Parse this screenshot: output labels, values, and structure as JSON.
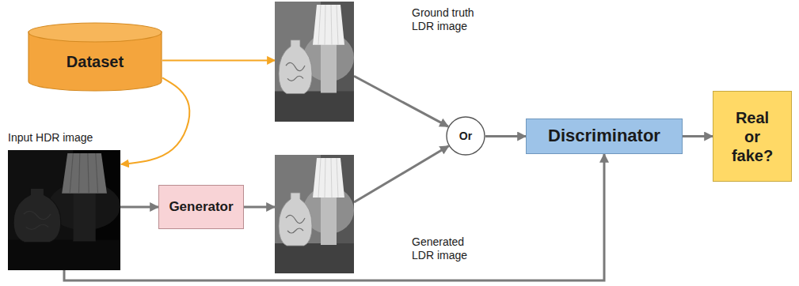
{
  "diagram": {
    "nodes": [
      {
        "text": [
          "Dataset"
        ]
      },
      {
        "text": [
          "Ground truth LDR image"
        ]
      },
      {
        "text": [
          "Input HDR image"
        ]
      },
      {
        "text": [
          "Generator"
        ]
      },
      {
        "text": [
          "Generated LDR image"
        ]
      },
      {
        "text": [
          "Or"
        ]
      },
      {
        "text": [
          "Discriminator"
        ]
      },
      {
        "text": [
          "Real or fake?"
        ]
      }
    ],
    "edges": [
      {
        "from": 0,
        "to": 1,
        "arrow": "to"
      },
      {
        "from": 0,
        "to": 2,
        "arrow": "to"
      },
      {
        "from": 2,
        "to": 3,
        "arrow": "to"
      },
      {
        "from": 3,
        "to": 4,
        "arrow": "to"
      },
      {
        "from": 1,
        "to": 5,
        "arrow": "to"
      },
      {
        "from": 4,
        "to": 5,
        "arrow": "to"
      },
      {
        "from": 5,
        "to": 6,
        "arrow": "to"
      },
      {
        "from": 6,
        "to": 7,
        "arrow": "to"
      },
      {
        "from": 2,
        "to": 6,
        "arrow": "to"
      }
    ]
  }
}
